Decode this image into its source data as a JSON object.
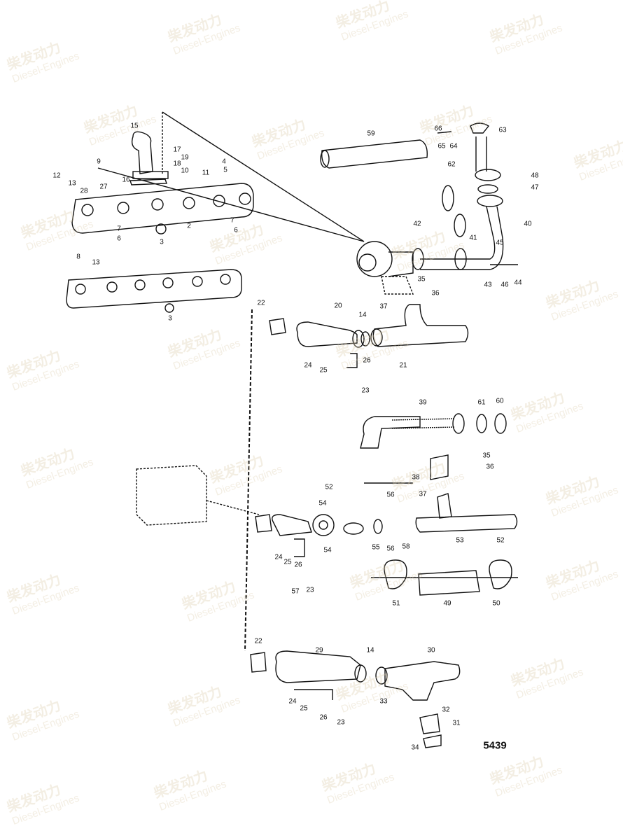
{
  "diagram": {
    "figure_number": "5439",
    "part_labels": [
      "15",
      "17",
      "19",
      "18",
      "16",
      "9",
      "10",
      "4",
      "5",
      "11",
      "12",
      "13",
      "27",
      "28",
      "2",
      "7",
      "6",
      "7",
      "6",
      "3",
      "8",
      "13",
      "3",
      "59",
      "66",
      "65",
      "64",
      "63",
      "62",
      "48",
      "47",
      "40",
      "41",
      "45",
      "42",
      "35",
      "36",
      "37",
      "43",
      "46",
      "44",
      "22",
      "20",
      "14",
      "21",
      "24",
      "25",
      "26",
      "23",
      "39",
      "61",
      "60",
      "35",
      "36",
      "38",
      "37",
      "52",
      "54",
      "56",
      "55",
      "56",
      "58",
      "53",
      "52",
      "54",
      "24",
      "25",
      "26",
      "57",
      "23",
      "51",
      "49",
      "50",
      "22",
      "29",
      "14",
      "30",
      "24",
      "25",
      "26",
      "23",
      "33",
      "32",
      "31",
      "34"
    ],
    "line_color": "#111111"
  },
  "watermark": {
    "brand": "柴发动力",
    "sub": "Diesel-Engines"
  }
}
